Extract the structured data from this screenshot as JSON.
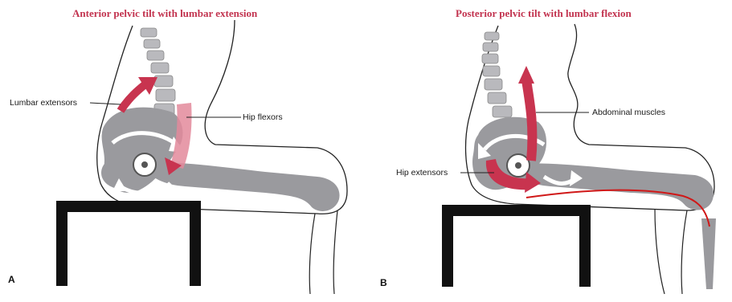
{
  "panels": [
    {
      "letter": "A",
      "title": "Anterior pelvic tilt with lumbar extension",
      "labels": {
        "lumbar_extensors": "Lumbar extensors",
        "hip_flexors": "Hip flexors"
      }
    },
    {
      "letter": "B",
      "title": "Posterior pelvic tilt with lumbar flexion",
      "labels": {
        "abdominal_muscles": "Abdominal muscles",
        "hip_extensors": "Hip extensors"
      }
    }
  ],
  "colors": {
    "title": "#c2334f",
    "muscle_arrow": "#c8344f",
    "bone": "#9a9a9e",
    "chair": "#111111",
    "annotation_line": "#d01818"
  }
}
